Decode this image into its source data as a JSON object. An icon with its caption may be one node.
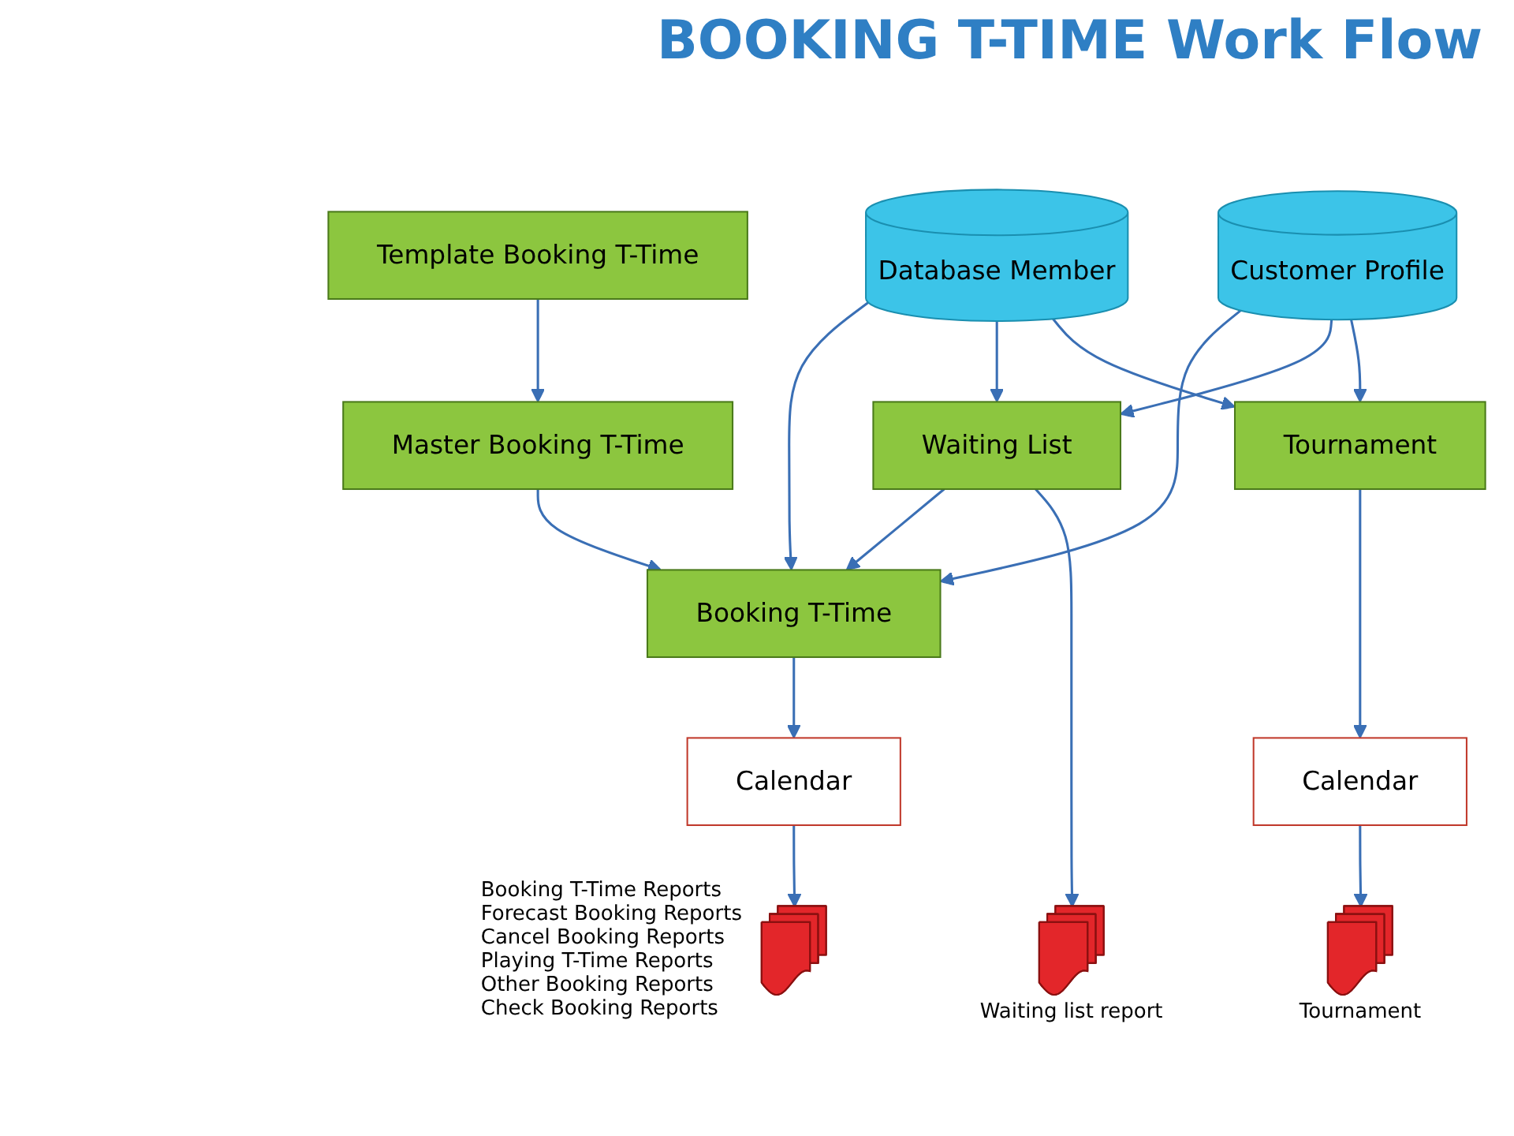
{
  "diagram": {
    "title": "BOOKING T-TIME Work Flow",
    "nodes": [
      {
        "text": [
          "Database Member"
        ]
      },
      {
        "text": [
          "Customer Profile"
        ]
      },
      {
        "text": [
          "Template Booking T-Time"
        ]
      },
      {
        "text": [
          "Master Booking T-Time"
        ]
      },
      {
        "text": [
          "Booking T-Time"
        ]
      },
      {
        "text": [
          "Waiting List"
        ]
      },
      {
        "text": [
          "Tournament"
        ]
      },
      {
        "text": [
          "Calendar"
        ]
      },
      {
        "text": [
          "Calendar"
        ]
      },
      {
        "text": [],
        "shape": "box",
        "beside": [
          "Booking T-Time Reports",
          "Forecast Booking Reports",
          "Cancel Booking Reports",
          "Playing T-Time Reports",
          "Other Booking Reports",
          "Check Booking Reports"
        ]
      },
      {
        "text": [],
        "shape": "box",
        "beside": [
          "Waiting list report"
        ]
      },
      {
        "text": [],
        "shape": "box",
        "beside": [
          "Tournament"
        ]
      }
    ],
    "edges": [
      {
        "from": 0,
        "to": 4,
        "arrow": "to"
      },
      {
        "from": 0,
        "to": 5,
        "arrow": "to"
      },
      {
        "from": 0,
        "to": 6,
        "arrow": "to"
      },
      {
        "from": 1,
        "to": 4,
        "arrow": "to"
      },
      {
        "from": 1,
        "to": 5,
        "arrow": "to"
      },
      {
        "from": 1,
        "to": 6,
        "arrow": "to"
      },
      {
        "from": 2,
        "to": 3,
        "arrow": "to"
      },
      {
        "from": 3,
        "to": 4,
        "arrow": "to"
      },
      {
        "from": 5,
        "to": 4,
        "arrow": "to"
      },
      {
        "from": 4,
        "to": 7,
        "arrow": "to"
      },
      {
        "from": 7,
        "to": 9,
        "arrow": "to"
      },
      {
        "from": 5,
        "to": 10,
        "arrow": "to"
      },
      {
        "from": 6,
        "to": 8,
        "arrow": "to"
      },
      {
        "from": 8,
        "to": 11,
        "arrow": "to"
      }
    ]
  }
}
